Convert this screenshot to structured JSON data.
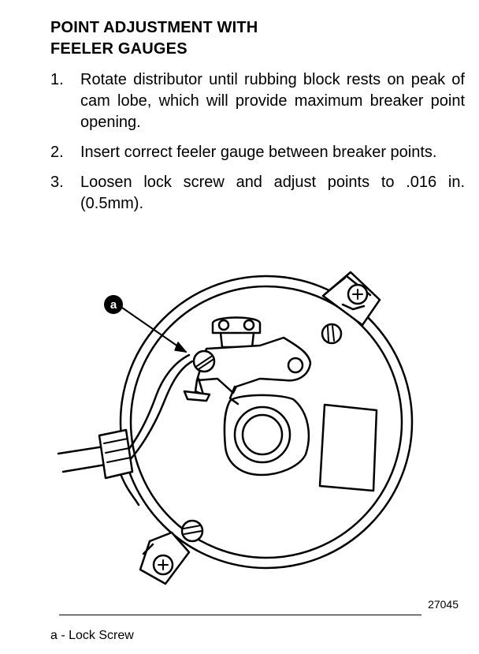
{
  "heading": {
    "line1": "POINT ADJUSTMENT WITH",
    "line2": "FEELER GAUGES"
  },
  "steps": [
    {
      "number": "1.",
      "text": "Rotate distributor until rubbing block rests on peak of cam lobe, which will provide maximum breaker point opening."
    },
    {
      "number": "2.",
      "text": "Insert correct feeler gauge between breaker points."
    },
    {
      "number": "3.",
      "text": "Loosen lock screw and adjust points to .016 in. (0.5mm)."
    }
  ],
  "figure": {
    "callout_letter": "a",
    "figure_number": "27045"
  },
  "legend": {
    "items": [
      {
        "text": "a - Lock Screw"
      }
    ]
  }
}
